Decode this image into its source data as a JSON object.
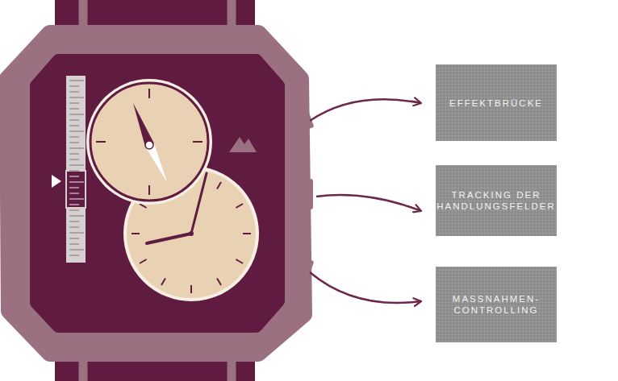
{
  "diagram": {
    "nodes": [
      {
        "text": [
          "EFFEKTBRÜCKE"
        ]
      },
      {
        "text": [
          "TRACKING DER HANDLUNGSFELDER"
        ]
      },
      {
        "text": [
          "MASSNAHMEN- CONTROLLING"
        ]
      }
    ]
  }
}
